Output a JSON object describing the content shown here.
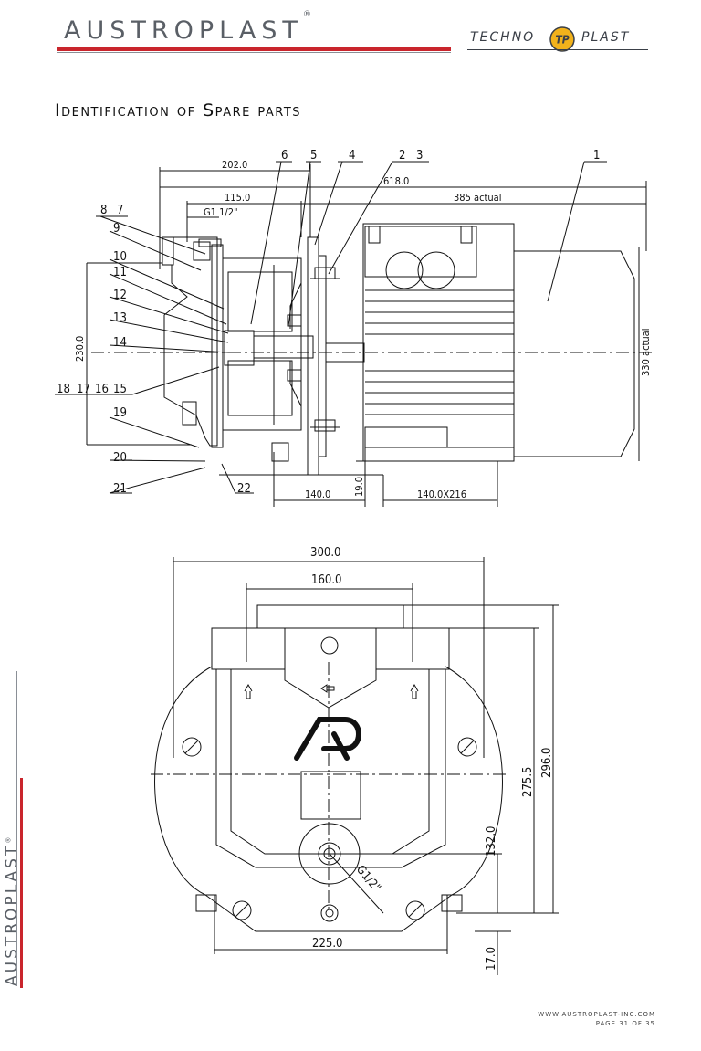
{
  "header": {
    "brand": "AUSTROPLAST",
    "brand_mark": "®",
    "partner_left": "TECHNO",
    "partner_logo": "TP",
    "partner_right": "PLAST"
  },
  "page_title": "Identification of Spare parts",
  "drawing_top": {
    "part_labels": [
      "6",
      "5",
      "4",
      "2",
      "3",
      "1",
      "8",
      "7",
      "9",
      "10",
      "11",
      "12",
      "13",
      "14",
      "18",
      "17",
      "16",
      "15",
      "19",
      "20",
      "21",
      "22"
    ],
    "dimensions": {
      "d_202": "202.0",
      "d_618": "618.0",
      "d_115": "115.0",
      "d_385": "385 actual",
      "d_g1": "G1 1/2\"",
      "d_230": "230.0",
      "d_330": "330 actual",
      "d_140": "140.0",
      "d_19": "19.0",
      "d_140x216": "140.0X216"
    }
  },
  "drawing_bottom": {
    "dimensions": {
      "d_300": "300.0",
      "d_160": "160.0",
      "d_275": "275.5",
      "d_296": "296.0",
      "d_132": "132.0",
      "d_g12": "G1/2\"",
      "d_225": "225.0",
      "d_17": "17.0"
    }
  },
  "side_brand": "AUSTROPLAST",
  "side_brand_mark": "®",
  "footer": {
    "url": "www.austroplast-inc.com",
    "page": "Page 31 of 35"
  }
}
